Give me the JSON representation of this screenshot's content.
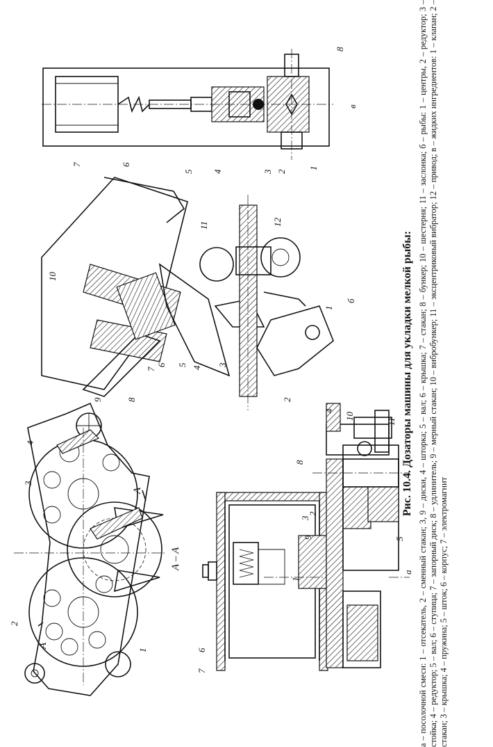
{
  "figure": {
    "title": "Рис. 10.4. Дозаторы машины для укладки мелкой рыбы:",
    "caption": "а – посолочной смеси: 1 – отсекатель, 2 – сменный стакан; 3, 9 – диски, 4 – шторка; 5 – вал; 6 – крышка; 7 – стакан; 8 – бункер; 10 – шестерня; 11 – заслонка; б – рыбы: 1 – центры, 2 – редуктор; 3 – стойка; 4 – редуктор; 5 – вал; 6 – ступица; 7 – запорный диск; 8 – удлинитель; 9 – мерный стакан; 10 – вибробункер; 11 – эксцентриковый вибратор; 12 – привод; в – жидких ингредиентов: 1 – клапан; 2 – стакан; 3 – крышка; 4 – пружина; 5 – шток; 6 – корпус; 7 – электромагнит"
  },
  "drawing": {
    "section_label": "А – А",
    "arrow_label": "А",
    "view_a_letter": "а",
    "view_b_letter": "б",
    "view_v_letter": "в",
    "section_numbers": [
      "1",
      "2",
      "3",
      "4"
    ],
    "view_a_numbers": [
      "1",
      "2",
      "3",
      "4",
      "5",
      "6",
      "7",
      "8",
      "9",
      "10",
      "11"
    ],
    "view_b_numbers": [
      "2",
      "3",
      "4",
      "5",
      "6",
      "7",
      "8",
      "9",
      "10",
      "11",
      "12",
      "1"
    ],
    "view_v_numbers": [
      "1",
      "2",
      "3",
      "4",
      "5",
      "6",
      "7",
      "8"
    ]
  }
}
